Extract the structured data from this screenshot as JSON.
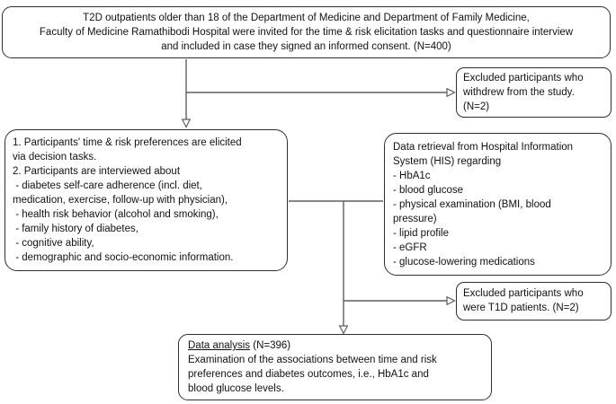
{
  "boxes": {
    "recruitment": {
      "lines": [
        "T2D outpatients older than 18 of the Department of Medicine and Department of Family Medicine,",
        "Faculty of Medicine Ramathibodi Hospital were invited for the time & risk elicitation tasks and questionnaire interview",
        "and included in case they signed an informed consent. (N=400)"
      ]
    },
    "excluded_withdrew": {
      "lines": [
        "Excluded participants who",
        "withdrew from the study.",
        "(N=2)"
      ]
    },
    "tasks_interview": {
      "lines": [
        "1. Participants' time & risk preferences are elicited",
        "via decision tasks.",
        "2. Participants are interviewed about",
        " - diabetes self-care adherence (incl. diet,",
        "medication, exercise, follow-up with physician),",
        " - health risk behavior (alcohol and smoking),",
        " - family history of diabetes,",
        " - cognitive ability,",
        " - demographic and socio-economic information."
      ]
    },
    "data_retrieval": {
      "lines": [
        "Data retrieval from Hospital Information",
        "System (HIS) regarding",
        "- HbA1c",
        "- blood glucose",
        "- physical examination (BMI, blood",
        "pressure)",
        "- lipid profile",
        "- eGFR",
        "- glucose-lowering medications"
      ]
    },
    "excluded_t1d": {
      "lines": [
        "Excluded participants who",
        "were T1D patients. (N=2)"
      ]
    },
    "data_analysis": {
      "heading": "Data analysis",
      "heading_suffix": " (N=396)",
      "lines": [
        "Examination of the associations between time and risk",
        "preferences and diabetes outcomes, i.e., HbA1c and",
        "blood glucose levels."
      ]
    }
  },
  "colors": {
    "box_border": "#2e2e2e",
    "connector": "#5f5f5f",
    "text": "#111111",
    "background": "#ffffff"
  }
}
